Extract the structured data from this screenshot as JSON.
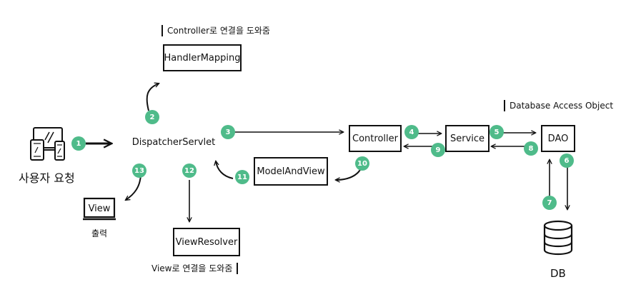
{
  "badge_color": "#4fbb8a",
  "nodes": {
    "dispatcher": "DispatcherServlet",
    "handler_mapping": "HandlerMapping",
    "controller": "Controller",
    "service": "Service",
    "dao": "DAO",
    "model_and_view": "ModelAndView",
    "view_resolver": "ViewResolver",
    "view": "View"
  },
  "notes": {
    "handler_mapping": "Controller로 연결을 도와줌",
    "dao": "Database Access Object",
    "view_resolver": "View로 연결을 도와줌"
  },
  "labels": {
    "user_request": "사용자 요청",
    "output": "출력",
    "db": "DB"
  },
  "icons": {
    "devices": "devices-icon",
    "monitor": "monitor-icon",
    "database": "database-icon"
  },
  "steps": [
    "1",
    "2",
    "3",
    "4",
    "5",
    "6",
    "7",
    "8",
    "9",
    "10",
    "11",
    "12",
    "13"
  ]
}
